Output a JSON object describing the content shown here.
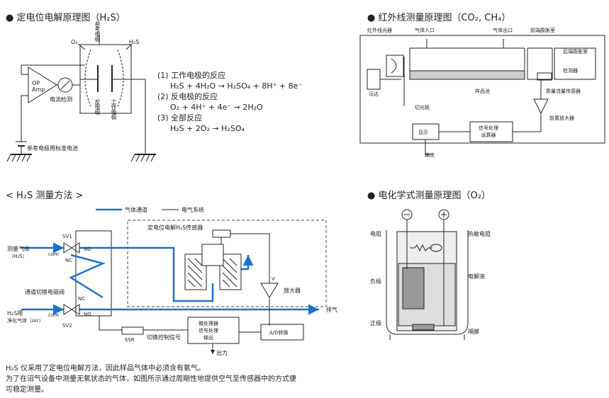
{
  "h2s_principle": {
    "title": "● 定电位电解原理图（H₂S）",
    "o2": "O₂",
    "h2s": "H₂S",
    "ref_electrode": "参考电极",
    "op_amp": "OP\nAmp",
    "current_detect": "电流检测",
    "counter_electrode": "反电极",
    "working_electrode": "工作电极",
    "battery": "参考电极用标准电池",
    "reactions": [
      "(1) 工作电极的反应",
      "H₂S + 4H₂O → H₂SO₄ + 8H⁺ + 8e⁻",
      "(2) 反电极的反应",
      "O₂ + 4H⁺ + 4e⁻ → 2H₂O",
      "(3) 全部反应",
      "H₂S + 2O₂ → H₂SO₄"
    ]
  },
  "ir_principle": {
    "title": "● 红外线测量原理图（CO₂, CH₄）",
    "ir_source": "红外线光器",
    "gas_in": "气体入口",
    "gas_out": "气体出口",
    "front_chamber": "前端膨胀室",
    "rear_chamber": "后端膨胀室",
    "detector": "检测器",
    "motor": "马达",
    "sample_cell": "样品池",
    "flow_sensor": "质量流量传感器",
    "chopper": "切光板",
    "preamp": "前置放大器",
    "display": "显示",
    "processor": "信号处理\n运算器",
    "output": "输出"
  },
  "h2s_method": {
    "title": "< H₂S 测量方法 >",
    "legend_gas": "气体通道",
    "legend_elec": "电气系统",
    "sensor": "定电位电解H₂S传感器",
    "measure_gas": "测量气体",
    "measure_gas_sub": "（H₂S）",
    "sv1": "SV1",
    "sv2": "SV2",
    "com": "com",
    "nc": "NC",
    "no": "NO",
    "solenoid": "通道切换电磁阀",
    "purge_gas": "H₂S用",
    "purge_gas_sub": "净化气体（Air）",
    "amplifier": "放大器",
    "v": "V",
    "exhaust": "排气",
    "ssr": "SSR",
    "switch_signal": "切换控制信号",
    "micro": "微处理器\n信号处理\n输出",
    "adc": "A/D转换",
    "output": "出力"
  },
  "o2_principle": {
    "title": "● 电化学式测量原理图（O₂）",
    "resistor": "电阻",
    "thermistor": "热敏电阻",
    "negative": "负极",
    "electrolyte": "电解液",
    "positive": "正极",
    "membrane": "隔膜"
  },
  "footnote": [
    "H₂S 仪采用了定电位电解方法，因此样品气体中必须含有氧气。",
    "为了在沼气设备中测量无氧状态的气体，如图所示通过周期性地提供空气至传感器中的方式便",
    "可稳定测量。"
  ]
}
